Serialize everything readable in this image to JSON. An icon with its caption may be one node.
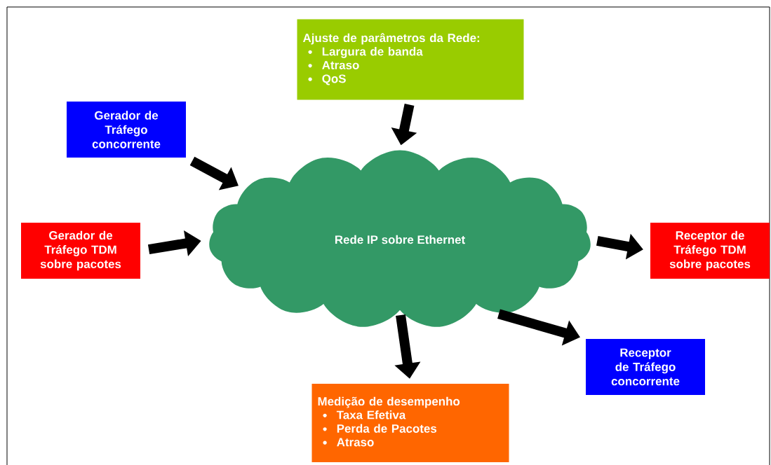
{
  "diagram": {
    "nodes": [
      {
        "text": [
          "Ajuste de parâmetros da Rede:",
          "Largura de banda",
          "Atraso",
          "QoS"
        ]
      },
      {
        "text": [
          "Gerador de Tráfego concorrente"
        ]
      },
      {
        "text": [
          "Gerador de Tráfego TDM sobre pacotes"
        ]
      },
      {
        "text": [
          "Rede IP sobre Ethernet"
        ]
      },
      {
        "text": [
          "Receptor de Tráfego TDM sobre pacotes"
        ]
      },
      {
        "text": [
          "Receptor de Tráfego concorrente"
        ]
      },
      {
        "text": [
          "Medição de desempenho",
          "Taxa Efetiva",
          "Perda de Pacotes",
          "Atraso"
        ]
      }
    ],
    "edges": [
      {
        "from": 0,
        "to": 3,
        "arrow": "to"
      },
      {
        "from": 1,
        "to": 3,
        "arrow": "to"
      },
      {
        "from": 2,
        "to": 3,
        "arrow": "to"
      },
      {
        "from": 3,
        "to": 4,
        "arrow": "to"
      },
      {
        "from": 3,
        "to": 5,
        "arrow": "to"
      },
      {
        "from": 3,
        "to": 6,
        "arrow": "to"
      }
    ]
  }
}
